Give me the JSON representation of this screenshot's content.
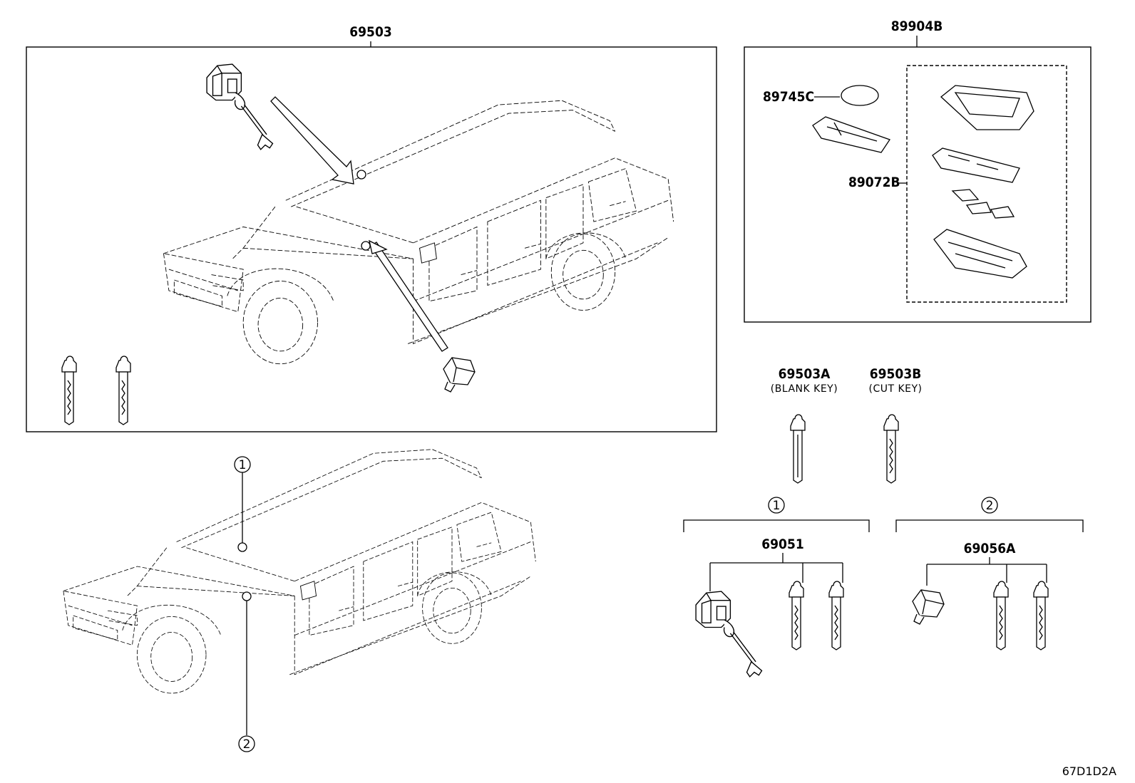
{
  "parts": {
    "p69503": "69503",
    "p89904B": "89904B",
    "p89745C": "89745C",
    "p89072B": "89072B",
    "p69503A": "69503A",
    "p69503A_note": "(BLANK KEY)",
    "p69503B": "69503B",
    "p69503B_note": "(CUT KEY)",
    "p69051": "69051",
    "p69056A": "69056A"
  },
  "callouts": {
    "one": "1",
    "two": "2"
  },
  "reference_code": "67D1D2A",
  "colors": {
    "line": "#000000",
    "background": "#ffffff"
  }
}
